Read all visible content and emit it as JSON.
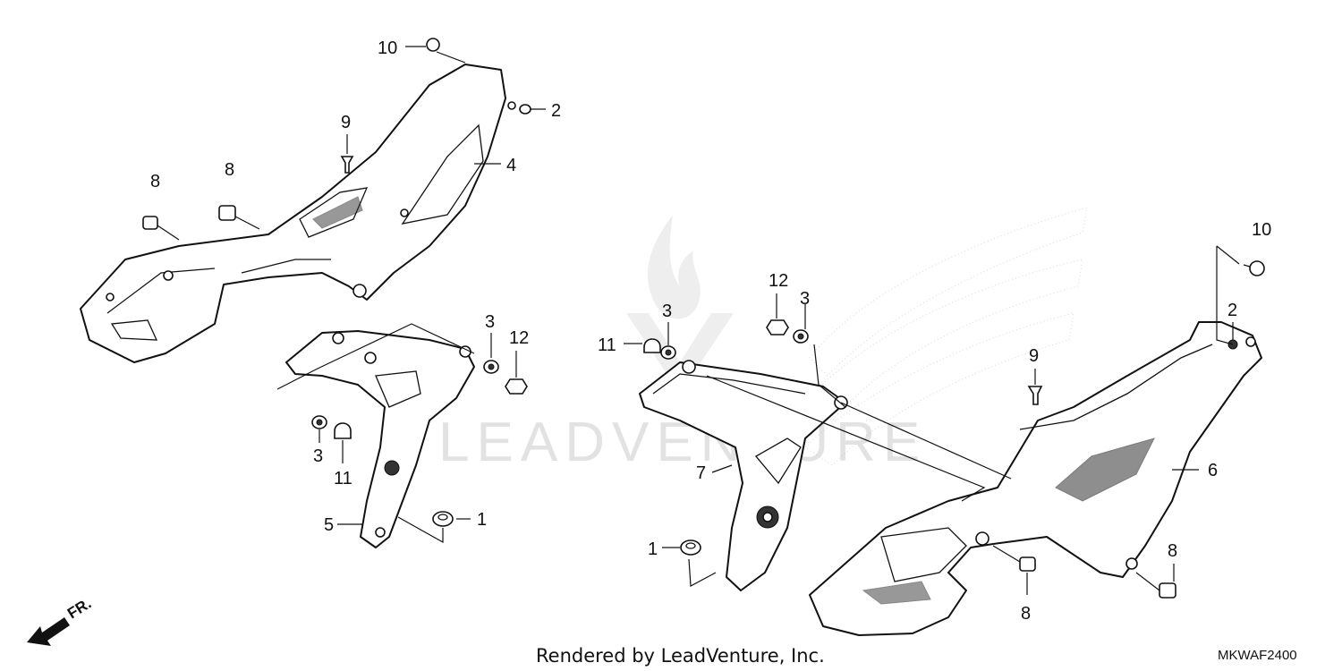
{
  "watermark": "LEADVENTURE",
  "footer": {
    "credit": "Rendered by LeadVenture, Inc.",
    "diagram_code": "MKWAF2400"
  },
  "direction_label": "FR.",
  "callouts": {
    "left_10": "10",
    "left_2": "2",
    "left_9": "9",
    "left_4": "4",
    "left_8a": "8",
    "left_8b": "8",
    "left_3a": "3",
    "left_12": "12",
    "left_3b": "3",
    "left_11": "11",
    "left_5": "5",
    "left_1": "1",
    "right_12": "12",
    "right_3a": "3",
    "right_3b": "3",
    "right_11": "11",
    "right_7": "7",
    "right_1": "1",
    "right_10": "10",
    "right_2": "2",
    "right_9": "9",
    "right_6": "6",
    "right_8a": "8",
    "right_8b": "8"
  }
}
